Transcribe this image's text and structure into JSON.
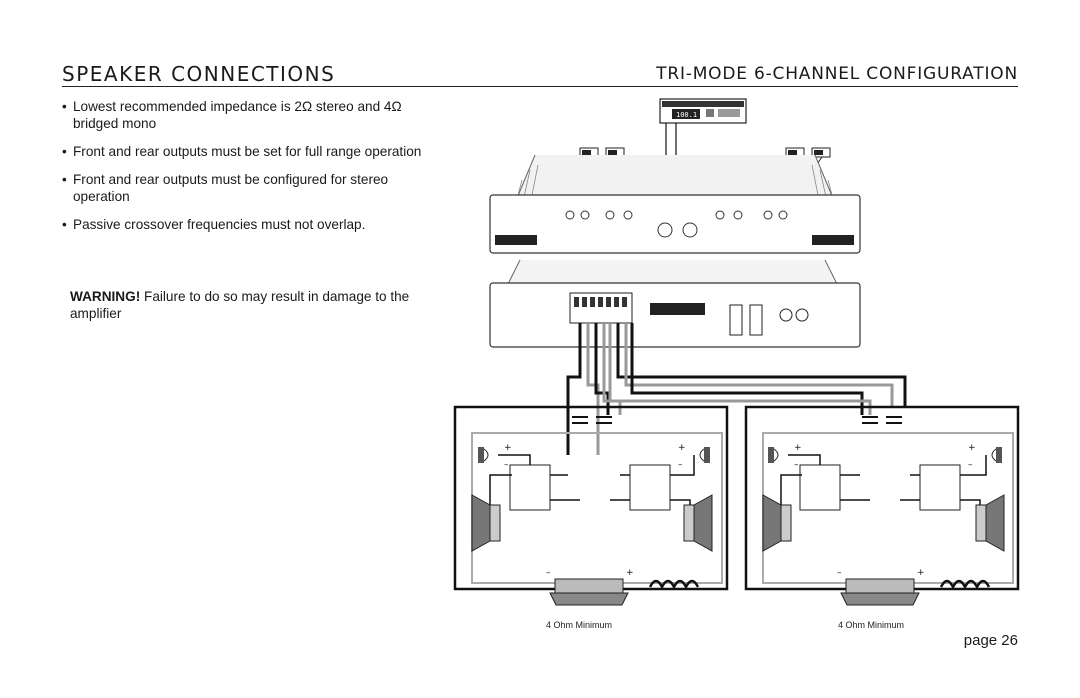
{
  "header": {
    "title": "SPEAKER CONNECTIONS",
    "subtitle": "TRI-MODE 6-CHANNEL CONFIGURATION"
  },
  "bullets": [
    "Lowest recommended impedance is 2Ω stereo and 4Ω bridged mono",
    "Front and rear outputs must be set for full range operation",
    "Front and rear outputs must be configured for stereo operation",
    "Passive crossover frequencies must not overlap."
  ],
  "warning": {
    "label": "WARNING!",
    "text": " Failure to do so may result in damage to the amplifier"
  },
  "diagram": {
    "left_caption": "4 Ohm Minimum",
    "right_caption": "4 Ohm Minimum",
    "display_readout": "100.1",
    "polarity_plus": "+",
    "polarity_minus": "–"
  },
  "footer": {
    "page": "page 26"
  }
}
